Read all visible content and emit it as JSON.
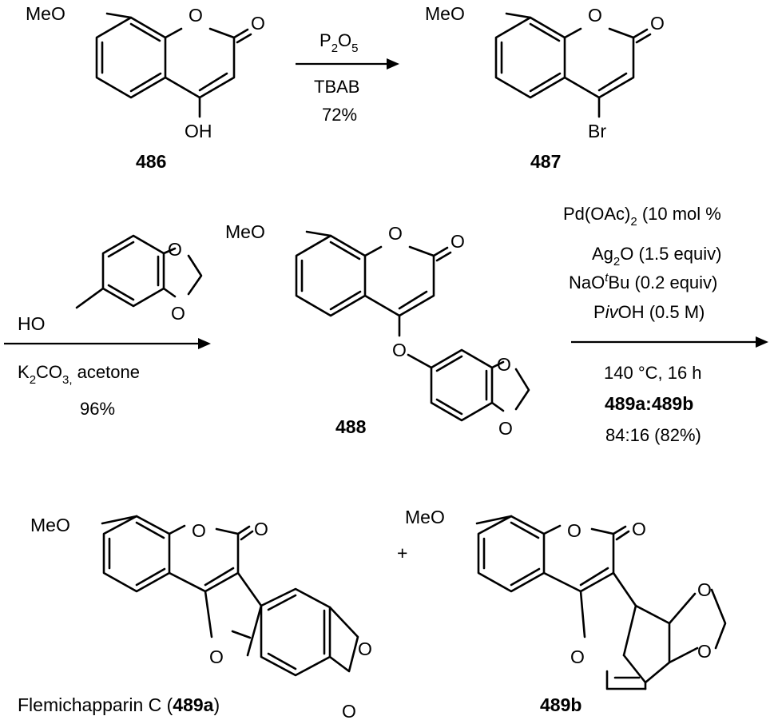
{
  "scheme": {
    "labels": {
      "c486": "486",
      "c487": "487",
      "c488": "488",
      "c489a_prefix": "Flemichapparin C (",
      "c489a_bold": "489a",
      "c489a_suffix": ")",
      "c489b": "489b"
    },
    "atoms": {
      "meo": "MeO",
      "o": "O",
      "oh": "OH",
      "ho": "HO",
      "br": "Br",
      "plus": "+"
    },
    "step1": {
      "reagent_main": "P",
      "reagent_sub1": "2",
      "reagent_mid": "O",
      "reagent_sub2": "5",
      "additive": "TBAB",
      "yield": "72%"
    },
    "step2": {
      "base_main": "K",
      "base_sub1": "2",
      "base_mid": "CO",
      "base_sub2": "3,",
      "base_tail": " acetone",
      "yield": "96%"
    },
    "step3": {
      "catalyst_a": "Pd(OAc)",
      "catalyst_sub": "2",
      "catalyst_b": " (10 mol %",
      "oxidant_a": "Ag",
      "oxidant_sub": "2",
      "oxidant_b": "O (1.5 equiv)",
      "base_a": "NaO",
      "base_sup": "t",
      "base_b": "Bu (0.2 equiv)",
      "acid_a": "P",
      "acid_ital": "iv",
      "acid_b": "OH (0.5 M)",
      "conditions": "140 °C, 16 h",
      "ratio_label": "489a:489b",
      "ratio_value": "84:16 (82%)"
    }
  }
}
